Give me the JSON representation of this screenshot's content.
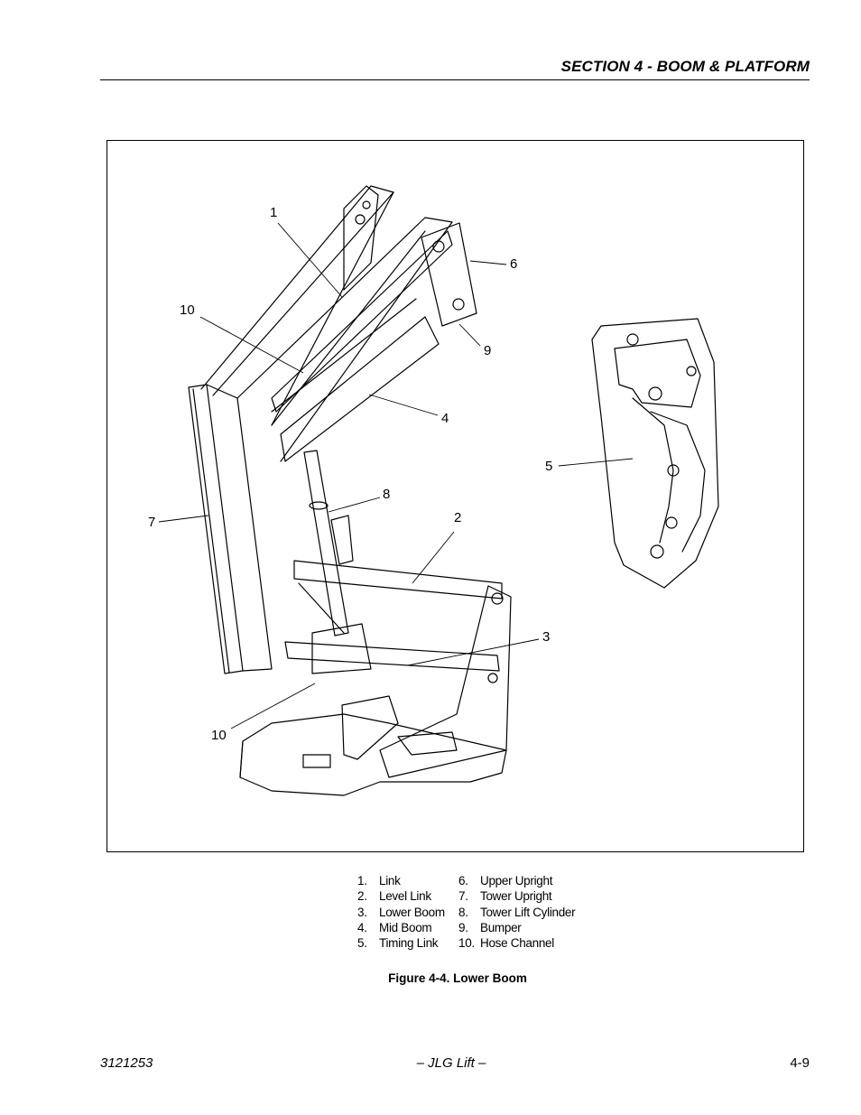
{
  "header": {
    "section_title": "SECTION 4 - BOOM & PLATFORM"
  },
  "figure": {
    "callouts": [
      {
        "id": "c1",
        "text": "1"
      },
      {
        "id": "c6",
        "text": "6"
      },
      {
        "id": "c10a",
        "text": "10"
      },
      {
        "id": "c9",
        "text": "9"
      },
      {
        "id": "c4",
        "text": "4"
      },
      {
        "id": "c5",
        "text": "5"
      },
      {
        "id": "c8",
        "text": "8"
      },
      {
        "id": "c7",
        "text": "7"
      },
      {
        "id": "c2",
        "text": "2"
      },
      {
        "id": "c3",
        "text": "3"
      },
      {
        "id": "c10b",
        "text": "10"
      }
    ],
    "legend": [
      {
        "num": "1.",
        "label": "Link"
      },
      {
        "num": "2.",
        "label": "Level Link"
      },
      {
        "num": "3.",
        "label": "Lower Boom"
      },
      {
        "num": "4.",
        "label": "Mid Boom"
      },
      {
        "num": "5.",
        "label": "Timing Link"
      },
      {
        "num": "6.",
        "label": "Upper Upright"
      },
      {
        "num": "7.",
        "label": "Tower Upright"
      },
      {
        "num": "8.",
        "label": "Tower Lift Cylinder"
      },
      {
        "num": "9.",
        "label": "Bumper"
      },
      {
        "num": "10.",
        "label": "Hose Channel"
      }
    ],
    "caption": "Figure 4-4.  Lower Boom"
  },
  "footer": {
    "doc_number": "3121253",
    "publisher": "– JLG Lift –",
    "page_number": "4-9"
  }
}
